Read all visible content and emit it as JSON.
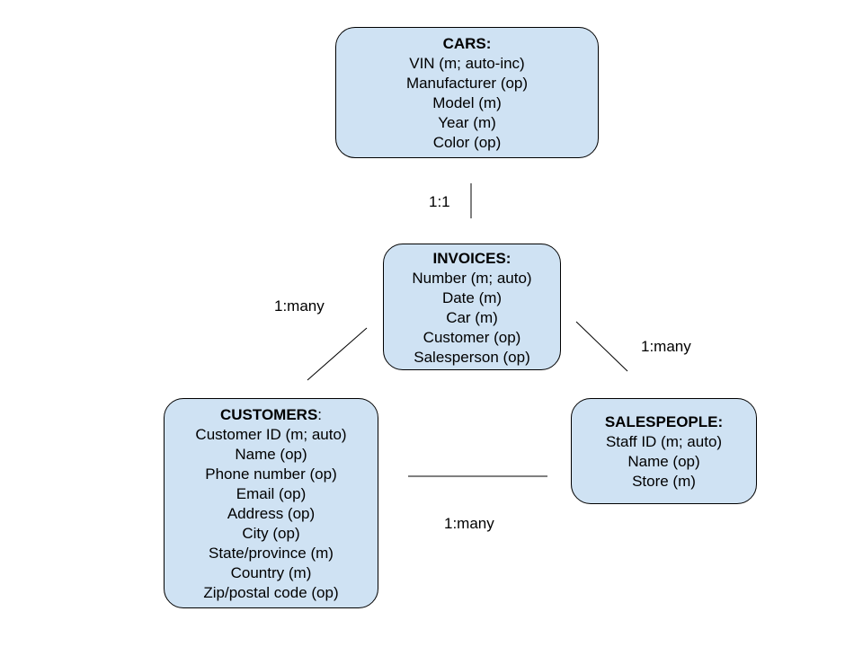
{
  "entities": {
    "cars": {
      "title": "CARS:",
      "fields": [
        "VIN (m; auto-inc)",
        "Manufacturer (op)",
        "Model (m)",
        "Year (m)",
        "Color (op)"
      ]
    },
    "invoices": {
      "title": "INVOICES:",
      "fields": [
        "Number (m; auto)",
        "Date (m)",
        "Car (m)",
        "Customer (op)",
        "Salesperson (op)"
      ]
    },
    "customers": {
      "title": "CUSTOMERS",
      "title_suffix": ":",
      "fields": [
        "Customer ID (m; auto)",
        "Name (op)",
        "Phone number (op)",
        "Email (op)",
        "Address (op)",
        "City (op)",
        "State/province (m)",
        "Country (m)",
        "Zip/postal code (op)"
      ]
    },
    "salespeople": {
      "title": "SALESPEOPLE:",
      "fields": [
        "Staff ID (m; auto)",
        "Name (op)",
        "Store (m)"
      ]
    }
  },
  "relationships": {
    "cars_invoices": "1:1",
    "invoices_customers": "1:many",
    "invoices_salespeople": "1:many",
    "customers_salespeople": "1:many"
  }
}
